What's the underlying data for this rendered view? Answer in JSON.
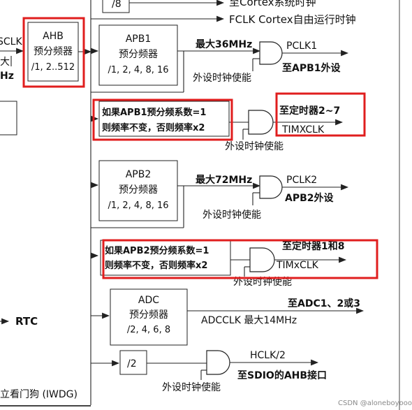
{
  "top": {
    "divider_label": "/8",
    "cortex_sys_clock": "至Cortex系统时钟",
    "fclk": "FCLK Cortex自由运行时钟"
  },
  "left_edge": {
    "sclk": "SCLK",
    "max_text_1": "大",
    "max_text_2": "Hz",
    "rtc": "RTC",
    "iwdg": "立看门狗  (IWDG)"
  },
  "ahb": {
    "line1": "AHB",
    "line2": "预分频器",
    "line3": "/1, 2..512"
  },
  "apb1": {
    "line1": "APB1",
    "line2": "预分频器",
    "line3": "/1, 2, 4, 8, 16",
    "max_label": "最大36MHz",
    "out_label": "PCLK1",
    "dest_label": "至APB1外设",
    "enable_label": "外设时钟使能"
  },
  "timer1_block": {
    "cond_line1": "如果APB1预分频系数=1",
    "cond_line2": "则频率不变，否则频率x2",
    "dest_label": "至定时器2~7",
    "out_label": "TIMXCLK",
    "enable_label": "外设时钟使能"
  },
  "apb2": {
    "line1": "APB2",
    "line2": "预分频器",
    "line3": "/1, 2, 4, 8, 16",
    "max_label": "最大72MHz",
    "out_label": "PCLK2",
    "dest_label": "APB2外设",
    "enable_label": "外设时钟使能"
  },
  "timer2_block": {
    "cond_line1": "如果APB2预分频系数=1",
    "cond_line2": "则频率不变，否则频率x2",
    "dest_label": "至定时器1和8",
    "out_label": "TIMxCLK",
    "enable_label": "外设时钟使能"
  },
  "adc": {
    "line1": "ADC",
    "line2": "预分频器",
    "line3": "/2, 4, 6, 8",
    "dest_label": "至ADC1、2或3",
    "out_label": "ADCCLK  最大14MHz"
  },
  "sdio": {
    "divider": "/2",
    "out_label": "HCLK/2",
    "dest_label": "至SDIO的AHB接口",
    "enable_label": "外设时钟使能"
  },
  "watermark": "CSDN @aloneboyooo"
}
